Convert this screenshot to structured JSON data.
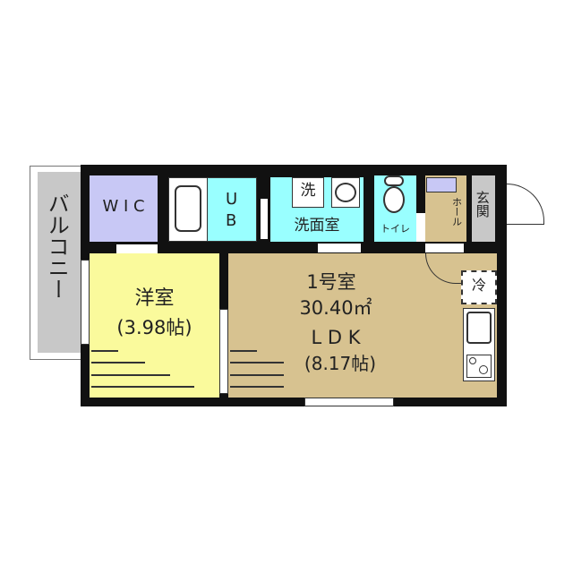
{
  "colors": {
    "wall": "#111111",
    "western_room": "#fafa9c",
    "ldk": "#d7c290",
    "water": "#99ffff",
    "storage": "#c8c8f5",
    "balcony": "#c8c8c8"
  },
  "rooms": {
    "balcony": "バルコニー",
    "wic": "W I C",
    "ub_u": "U",
    "ub_b": "B",
    "washer": "洗",
    "washroom": "洗面室",
    "toilet": "トイレ",
    "hall": "ホール",
    "entrance": "玄関",
    "fridge": "冷",
    "western_name": "洋室",
    "western_size": "(3.98帖)",
    "unit_name": "1号室",
    "unit_area": "30.40㎡",
    "ldk_name": "L D K",
    "ldk_size": "(8.17帖)"
  }
}
